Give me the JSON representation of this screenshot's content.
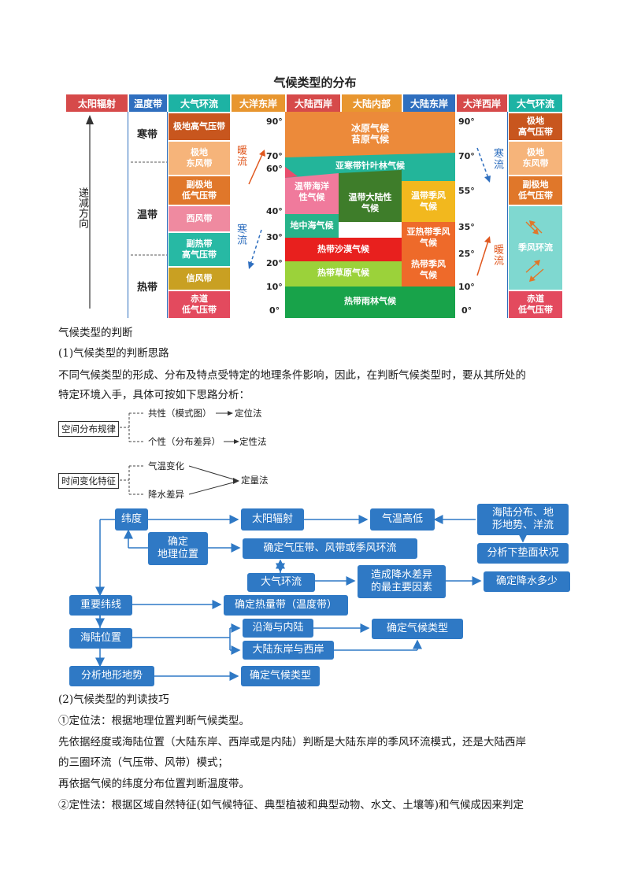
{
  "climate_chart": {
    "title": "气候类型的分布",
    "headers": [
      "太阳辐射",
      "温度带",
      "大气环流",
      "大洋东岸",
      "大陆西岸",
      "大陆内部",
      "大陆东岸",
      "大洋西岸",
      "大气环流"
    ],
    "colors": {
      "header_blue": "#2f6fbf",
      "header_red": "#d64a4a",
      "header_orange": "#e8962f",
      "header_teal": "#1db3a4",
      "ice": "#ec8a3a",
      "taiga": "#23b59a"
    },
    "arrow_label": "递减方向",
    "zones": {
      "cold": "寒带",
      "temperate": "温带",
      "tropical": "热带"
    },
    "pressure_belts_left": [
      "极地高气压带",
      "极地\n东风带",
      "副极地\n低气压带",
      "西风带",
      "副热带\n高气压带",
      "信风带",
      "赤道\n低气压带"
    ],
    "pressure_belts_right": [
      "极地\n高气压带",
      "极地\n东风带",
      "副极地\n低气压带",
      "季风环流",
      "赤道\n低气压带"
    ],
    "lat_left": [
      "90°",
      "70°",
      "60°",
      "40°",
      "30°",
      "20°",
      "10°",
      "0°"
    ],
    "lat_right": [
      "90°",
      "70°",
      "55°",
      "35°",
      "25°",
      "10°",
      "0°"
    ],
    "currents": {
      "warm_left": "暖流",
      "cold_left": "寒流",
      "cold_right": "寒流",
      "warm_right": "暖流"
    },
    "climates": {
      "ice": "冰原气候\n苔原气候",
      "taiga": "亚寒带针叶林气候",
      "temperate_marine": "温带海洋\n性气候",
      "temperate_continental": "温带大陆性\n气候",
      "temperate_monsoon": "温带季风\n气候",
      "mediterranean": "地中海气候",
      "subtropical_monsoon": "亚热带季风\n气候",
      "desert": "热带沙漠气候",
      "tropical_monsoon": "热带季风\n气候",
      "savanna": "热带草原气候",
      "rainforest": "热带雨林气候"
    }
  },
  "text": {
    "h1": "气候类型的判断",
    "h2": "(1)气候类型的判断思路",
    "p1a": "不同气候类型的形成、分布及特点受特定的地理条件影响，因此，在判断气候类型时，要从其所处的",
    "p1b": "特定环境入手，具体可按如下思路分析：",
    "h3": "(2)气候类型的判读技巧",
    "p2": "①定位法：根据地理位置判断气候类型。",
    "p3a": "先依据经度或海陆位置（大陆东岸、西岸或是内陆）判断是大陆东岸的季风环流模式，还是大陆西岸",
    "p3b": "的三圈环流（气压带、风带）模式；",
    "p4": "再依据气候的纬度分布位置判断温度带。",
    "p5": "②定性法：根据区域自然特征(如气候特征、典型植被和典型动物、水文、土壤等)和气候成因来判定"
  },
  "mindmap1": {
    "root": "空间分布规律",
    "a": "共性（模式图）",
    "a_res": "定位法",
    "b": "个性（分布差异）",
    "b_res": "定性法"
  },
  "mindmap2": {
    "root": "时间变化特征",
    "a": "气温变化",
    "b": "降水差异",
    "res": "定量法"
  },
  "flow": {
    "latitude": "纬度",
    "solar": "太阳辐射",
    "temp": "气温高低",
    "land_sea": "海陆分布、地\n形地势、洋流",
    "surface": "分析下垫面状况",
    "locate": "确定\n地理位置",
    "pressure": "确定气压带、风带或季风环流",
    "circulation": "大气环流",
    "precip_factor": "造成降水差异\n的最主要因素",
    "precip": "确定降水多少",
    "key_lat": "重要纬线",
    "temp_zone": "确定热量带（温度带）",
    "sea_land_pos": "海陆位置",
    "coast_inland": "沿海与内陆",
    "climate_type1": "确定气候类型",
    "east_west": "大陆东岸与西岸",
    "terrain": "分析地形地势",
    "climate_type2": "确定气候类型"
  }
}
